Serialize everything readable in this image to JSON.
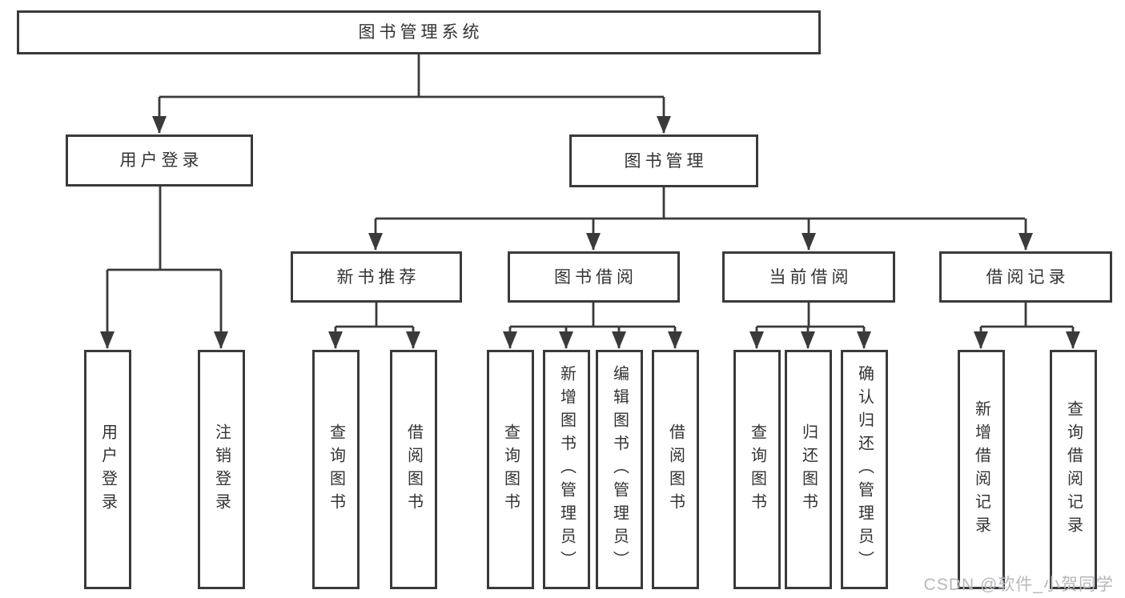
{
  "diagram_title": "图书管理系统",
  "tree": {
    "root": "图书管理系统",
    "level2": [
      "用户登录",
      "图书管理"
    ],
    "level3": [
      "新书推荐",
      "图书借阅",
      "当前借阅",
      "借阅记录"
    ],
    "leaves": [
      "用户登录",
      "注销登录",
      "查询图书",
      "借阅图书",
      "查询图书",
      "新增图书（管理员）",
      "编辑图书（管理员）",
      "借阅图书",
      "查询图书",
      "归还图书",
      "确认归还（管理员）",
      "新增借阅记录",
      "查询借阅记录"
    ]
  },
  "watermark": "CSDN @软件_小贺同学",
  "colors": {
    "line": "#3a3a3c",
    "text": "#333333",
    "watermark": "#b8b8bc",
    "background": "#ffffff"
  }
}
